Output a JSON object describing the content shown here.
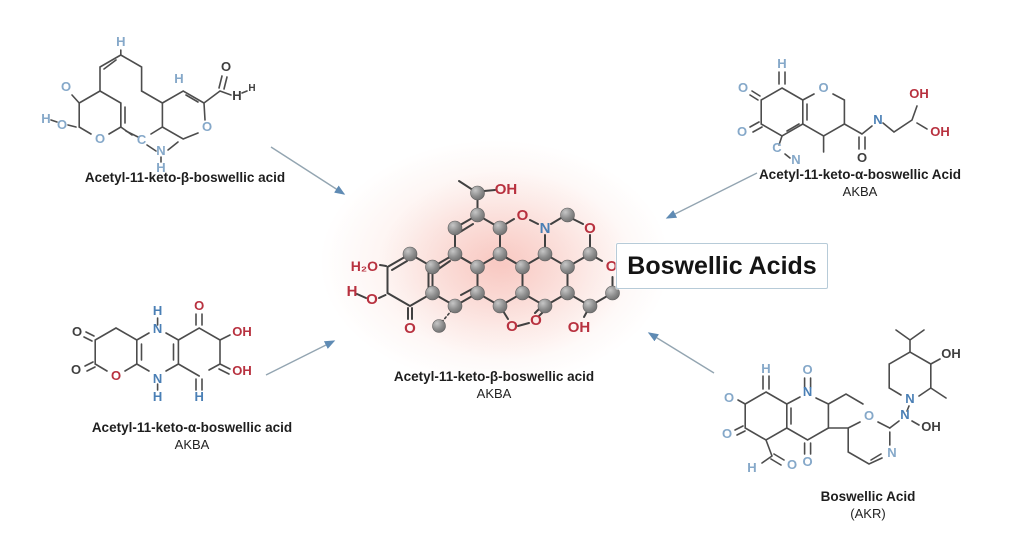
{
  "title_box": {
    "label": "Boswellic Acids"
  },
  "center_molecule": {
    "caption": "Acetyl-11-keto-β-boswellic acid",
    "subcaption": "AKBA"
  },
  "structures": {
    "top_left": {
      "caption": "Acetyl-11-keto-β-boswellic acid"
    },
    "top_right": {
      "caption": "Acetyl-11-keto-α-boswellic Acid",
      "subcaption": "AKBA"
    },
    "bottom_left": {
      "caption": "Acetyl-11-keto-α-boswellic acid",
      "subcaption": "AKBA"
    },
    "bottom_right": {
      "caption": "Boswellic Acid",
      "subcaption": "(AKR)"
    }
  },
  "atoms": {
    "O": "O",
    "N": "N",
    "H": "H",
    "C": "C",
    "OH": "OH",
    "H2O": "H₂O"
  },
  "colors": {
    "atom_red": "#b8313f",
    "atom_blue": "#4a7fb5",
    "atom_light_blue": "#85a8c9",
    "bond_dark": "#414141",
    "arrow_line": "#93a5b1",
    "arrow_head": "#5f8bb4",
    "glow_pink": "#f2a698",
    "box_border": "#b7cbd8"
  }
}
